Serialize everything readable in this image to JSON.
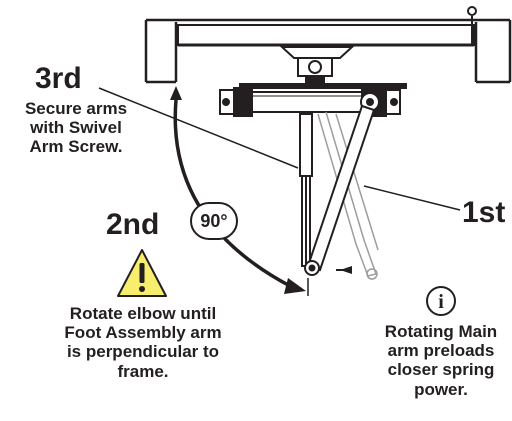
{
  "steps": {
    "third": "3rd",
    "second": "2nd",
    "first": "1st"
  },
  "notes": {
    "third_line1": "Secure arms",
    "third_line2": "with Swivel",
    "third_line3": "Arm Screw.",
    "second_line1": "Rotate elbow until",
    "second_line2": "Foot Assembly arm",
    "second_line3": "is perpendicular to",
    "second_line4": "frame.",
    "first_line1": "Rotating Main",
    "first_line2": "arm preloads",
    "first_line3": "closer spring",
    "first_line4": "power."
  },
  "angle_label": "90°",
  "icons": {
    "warning": "warning-triangle-icon",
    "info": "info-icon"
  },
  "colors": {
    "warning_fill": "#f6ee6c",
    "line": "#231f20",
    "ghost": "#9d9d9d"
  }
}
